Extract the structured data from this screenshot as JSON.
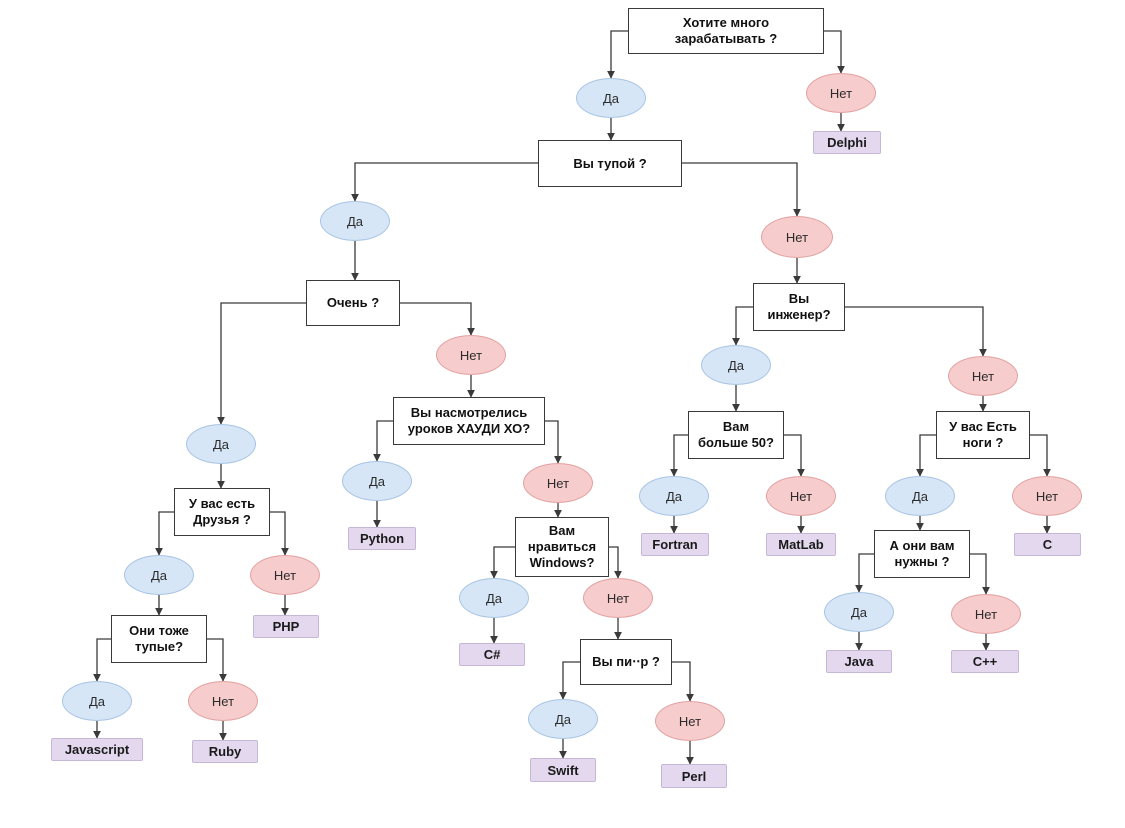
{
  "nodes": {
    "q_money": "Хотите много\nзарабатывать ?",
    "a_money_yes": "Да",
    "a_money_no": "Нет",
    "l_delphi": "Delphi",
    "q_dumb": "Вы тупой ?",
    "a_dumb_yes": "Да",
    "a_dumb_no": "Нет",
    "q_very": "Очень ?",
    "a_very_yes": "Да",
    "a_very_no": "Нет",
    "q_friends": "У вас есть\nДрузья ?",
    "a_friends_yes": "Да",
    "a_friends_no": "Нет",
    "l_php": "PHP",
    "q_alsodumb": "Они тоже\nтупые?",
    "a_alsodumb_yes": "Да",
    "a_alsodumb_no": "Нет",
    "l_javascript": "Javascript",
    "l_ruby": "Ruby",
    "q_hauди": "Вы насмотрелись\nуроков ХАУДИ ХО?",
    "a_hauди_yes": "Да",
    "a_hauди_no": "Нет",
    "l_python": "Python",
    "q_windows": "Вам\nнравиться\nWindows?",
    "a_windows_yes": "Да",
    "a_windows_no": "Нет",
    "l_csharp": "C#",
    "q_pider": "Вы пи‧‧р ?",
    "a_pider_yes": "Да",
    "a_pider_no": "Нет",
    "l_swift": "Swift",
    "l_perl": "Perl",
    "q_engineer": "Вы\nинженер?",
    "a_engineer_yes": "Да",
    "a_engineer_no": "Нет",
    "q_over50": "Вам\nбольше 50?",
    "a_over50_yes": "Да",
    "a_over50_no": "Нет",
    "l_fortran": "Fortran",
    "l_matlab": "MatLab",
    "q_legs": "У вас Есть\nноги ?",
    "a_legs_yes": "Да",
    "a_legs_no": "Нет",
    "l_c": "C",
    "q_needed": "А они вам\nнужны ?",
    "a_needed_yes": "Да",
    "a_needed_no": "Нет",
    "l_java": "Java",
    "l_cpp": "C++"
  },
  "colors": {
    "yes_fill": "#d6e6f7",
    "no_fill": "#f7cccc",
    "language_fill": "#e3d8ee",
    "line": "#3a3a3a"
  }
}
